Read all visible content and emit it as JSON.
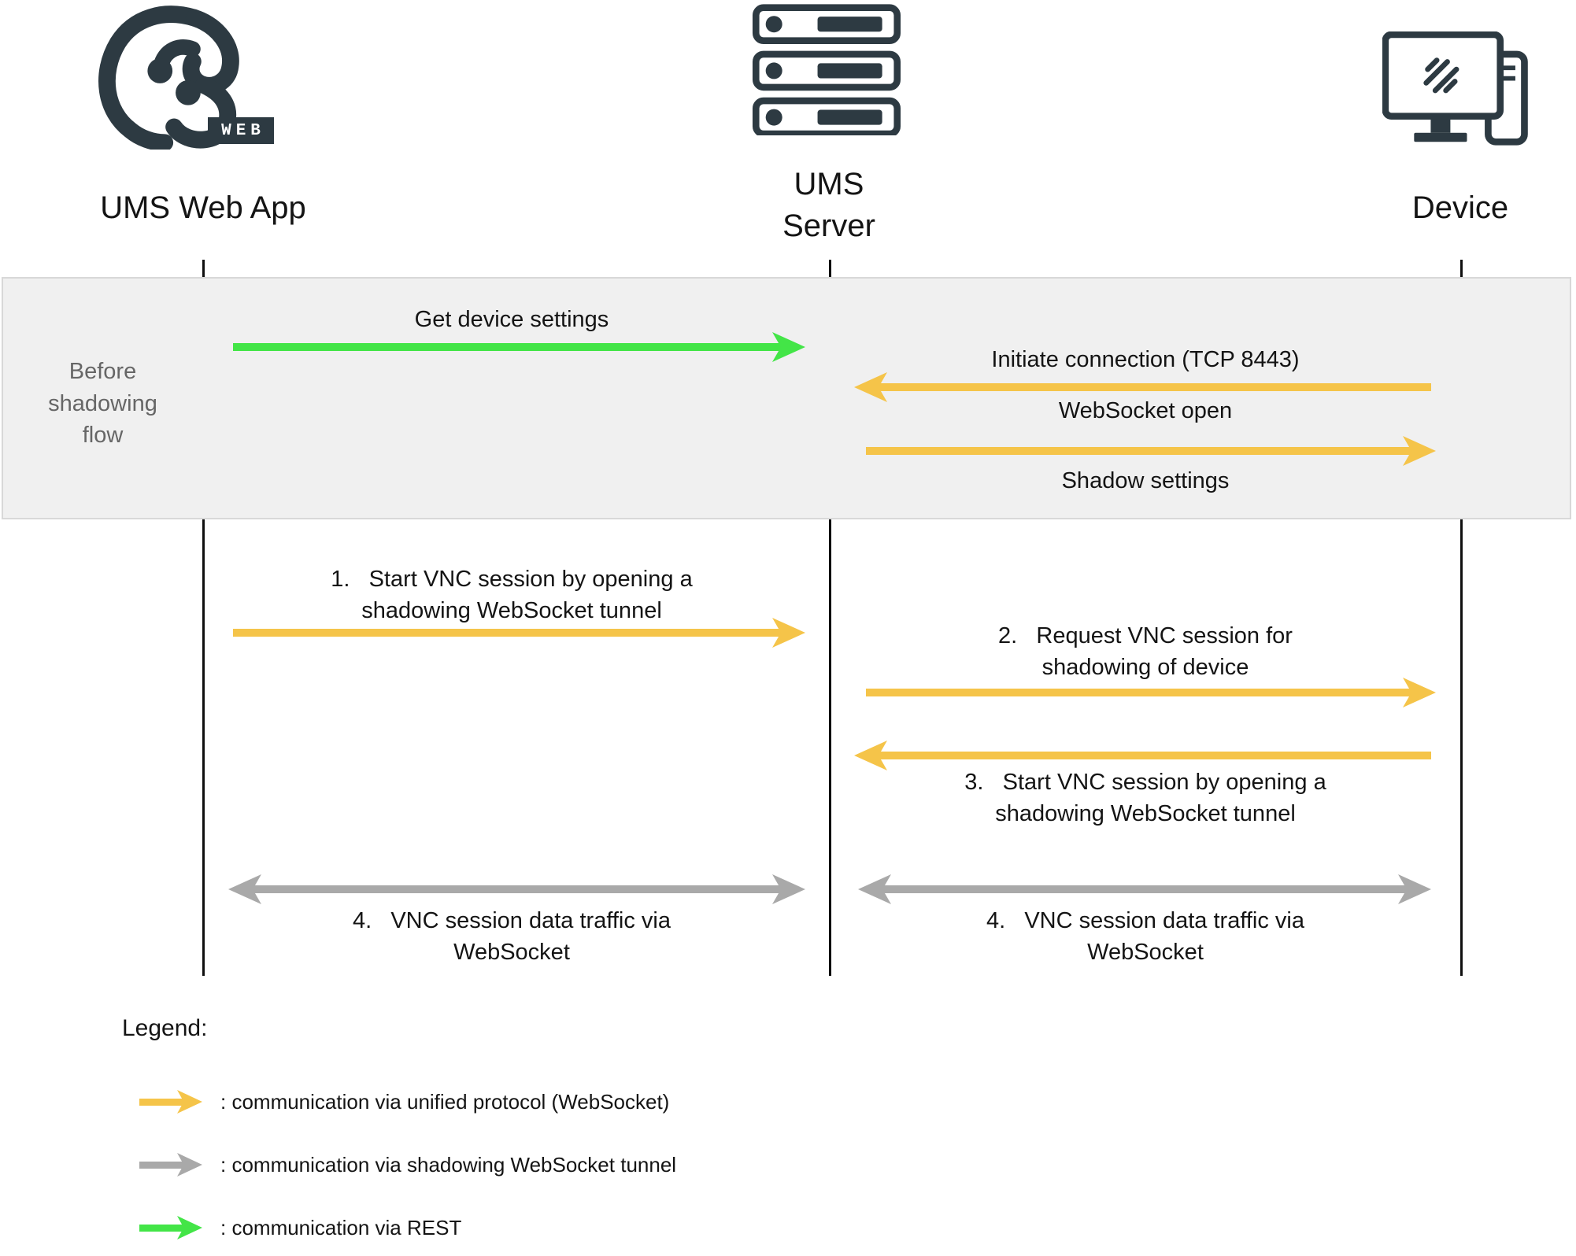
{
  "colors": {
    "dark": "#2d3a42",
    "yellow": "#f5c449",
    "green": "#43e547",
    "gray_arrow": "#a9a9a9",
    "band_bg": "#f0f0f0",
    "band_border": "#d8d8d8",
    "muted_text": "#666666",
    "text": "#141414",
    "lifeline": "#0f0f0f"
  },
  "actors": {
    "web_app": {
      "label": "UMS Web App",
      "badge": "WEB"
    },
    "server": {
      "label": "UMS\nServer"
    },
    "device": {
      "label": "Device"
    }
  },
  "band": {
    "label": "Before\nshadowing\nflow"
  },
  "messages": {
    "get_device_settings": "Get device settings",
    "initiate_connection": "Initiate connection (TCP 8443)",
    "websocket_open": "WebSocket open",
    "shadow_settings": "Shadow settings",
    "step1": "1.   Start VNC session by opening a\nshadowing WebSocket tunnel",
    "step2": "2.   Request VNC session for\nshadowing of device",
    "step3": "3.   Start VNC session by opening a\nshadowing WebSocket tunnel",
    "step4_left": "4.   VNC session data traffic via\nWebSocket",
    "step4_right": "4.   VNC session data traffic via\nWebSocket"
  },
  "legend": {
    "title": "Legend:",
    "items": [
      {
        "color": "yellow",
        "label": ": communication via unified protocol (WebSocket)"
      },
      {
        "color": "gray",
        "label": ": communication via shadowing WebSocket tunnel"
      },
      {
        "color": "green",
        "label": ": communication via REST"
      }
    ]
  }
}
